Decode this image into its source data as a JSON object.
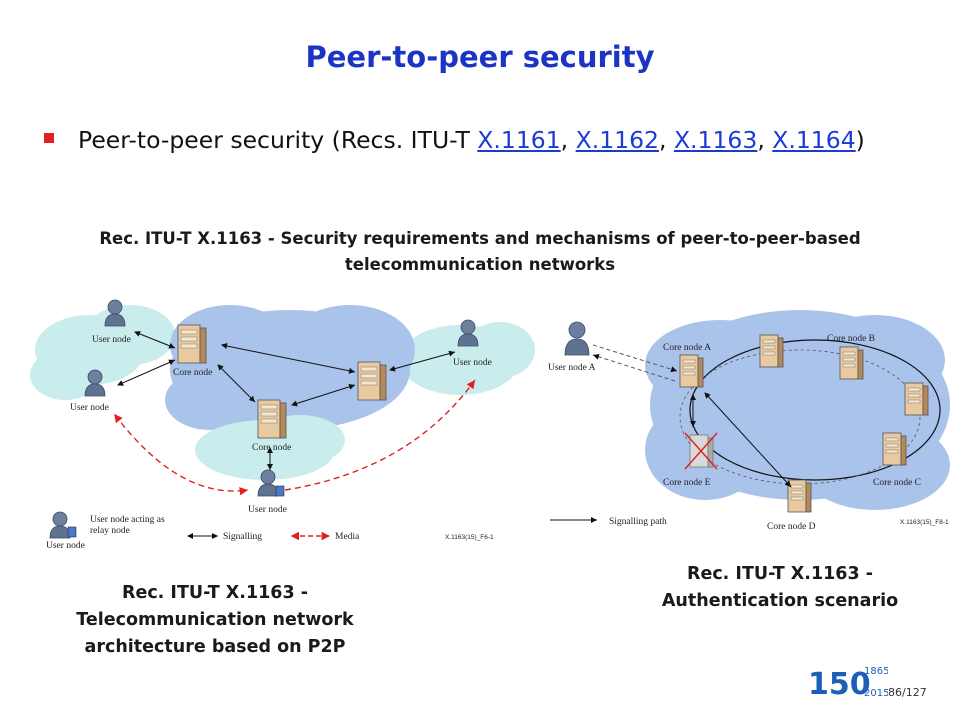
{
  "title": "Peer-to-peer security",
  "bullet": {
    "prefix": "Peer-to-peer security (Recs. ITU-T ",
    "links": [
      "X.1161",
      "X.1162",
      "X.1163",
      "X.1164"
    ],
    "separator": ", ",
    "suffix": ")"
  },
  "rec_header": "Rec. ITU-T X.1163 - Security requirements and mechanisms of peer-to-peer-based telecommunication networks",
  "left_diagram": {
    "labels": {
      "user_node": "User node",
      "core_node": "Core node",
      "relay_node_line1": "User node acting as",
      "relay_node_line2": "relay node",
      "signalling": "Signalling",
      "media": "Media",
      "code": "X.1163(15)_F6-1"
    },
    "caption": "Rec. ITU-T X.1163 - Telecommunication network architecture based on P2P"
  },
  "right_diagram": {
    "labels": {
      "user_node_a": "User node A",
      "core_node_a": "Core node A",
      "core_node_b": "Core node B",
      "core_node_c": "Core node C",
      "core_node_d": "Core node D",
      "core_node_e": "Core node E",
      "signalling_path": "Signalling path",
      "code": "X.1163(15)_F8-1"
    },
    "caption": "Rec. ITU-T X.1163 - Authentication scenario"
  },
  "logo": {
    "text": "150",
    "year_top": "1865",
    "year_bottom": "2015",
    "accent_color": "#1b5fb8"
  },
  "page_number": "86/127",
  "colors": {
    "title": "#1b34c4",
    "link": "#1a3bd4",
    "bullet": "#e02020",
    "media_arrow": "#e02020",
    "cloud_blue": "#a9c3ea",
    "cloud_teal": "#c9ecec"
  }
}
